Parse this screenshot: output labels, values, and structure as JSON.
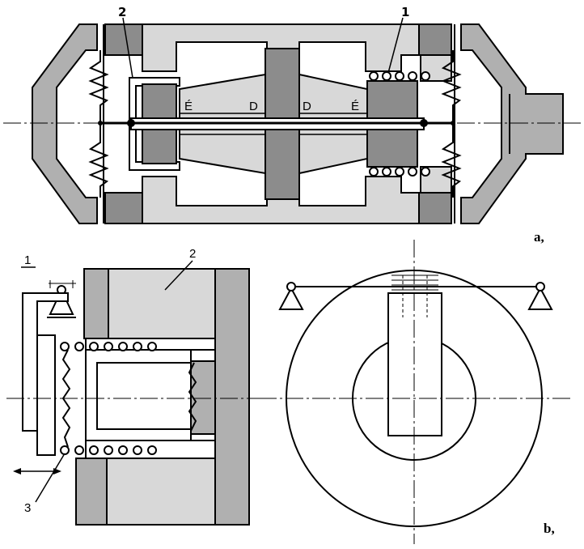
{
  "figure_a": {
    "labels": {
      "part_2": "2",
      "part_1": "1",
      "e_left": "É",
      "d_left": "D",
      "d_right": "D",
      "e_right": "É"
    },
    "caption": "a,"
  },
  "figure_b": {
    "labels": {
      "part_1": "1",
      "part_2": "2",
      "part_3": "3"
    },
    "caption": "b,"
  },
  "colors": {
    "dark_gray": "#8c8c8c",
    "mid_gray": "#b0b0b0",
    "light_gray": "#d8d8d8",
    "line": "#000000",
    "background": "#ffffff"
  }
}
